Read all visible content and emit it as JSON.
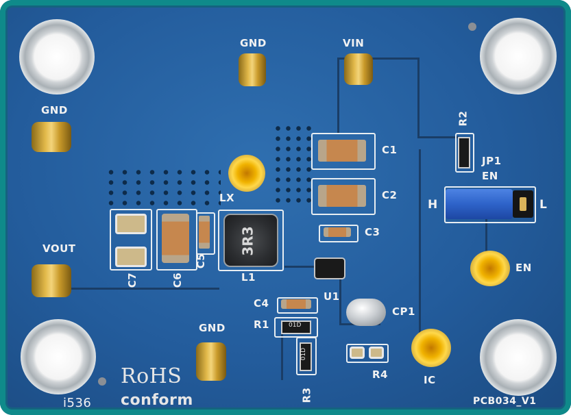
{
  "labels": {
    "gnd_top": "GND",
    "vin": "VIN",
    "gnd_left": "GND",
    "vout": "VOUT",
    "gnd_bottom": "GND",
    "lx": "LX",
    "c1": "C1",
    "c2": "C2",
    "c3": "C3",
    "c4": "C4",
    "c5": "C5",
    "c6": "C6",
    "c7": "C7",
    "l1": "L1",
    "inductor_marking": "3R3",
    "u1": "U1",
    "r1": "R1",
    "r2": "R2",
    "r3": "R3",
    "r4": "R4",
    "cp1": "CP1",
    "jp1": "JP1",
    "en_jumper": "EN",
    "h": "H",
    "l": "L",
    "en_tp": "EN",
    "ic": "IC",
    "rohs": "RoHS",
    "conform": "conform",
    "i536": "i536",
    "pcb_id": "PCB034_V1",
    "r1_marking": "01D",
    "r3_marking": "01D"
  },
  "colors": {
    "board": "#235c9c",
    "silkscreen": "#f2f2f2",
    "jumper": "#2e63c9",
    "test_point": "#f0b200"
  }
}
